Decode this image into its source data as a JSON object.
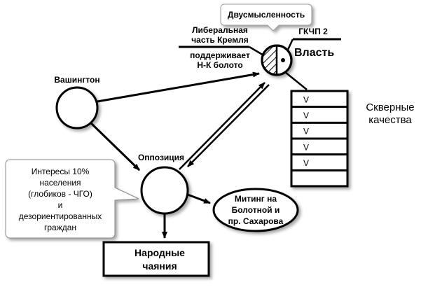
{
  "callout_top": "Двусмысленность",
  "liberal": [
    "Либеральная",
    "часть Кремля"
  ],
  "supports": [
    "поддерживает",
    "Н-К болото"
  ],
  "gkchp": "ГКЧП 2",
  "power": "Власть",
  "washington": "Вашингтон",
  "opposition": "Оппозиция",
  "bad_qualities": [
    "Скверные",
    "качества"
  ],
  "checks": [
    "V",
    "V",
    "V",
    "V",
    "V",
    ""
  ],
  "interests": [
    "Интересы 10%",
    "населения",
    "(глобиков - ЧГО)",
    "и",
    "дезориентированных",
    "граждан"
  ],
  "rally": [
    "Митинг на",
    "Болотной и",
    "пр. Сахарова"
  ],
  "people": [
    "Народные",
    "чаяния"
  ]
}
